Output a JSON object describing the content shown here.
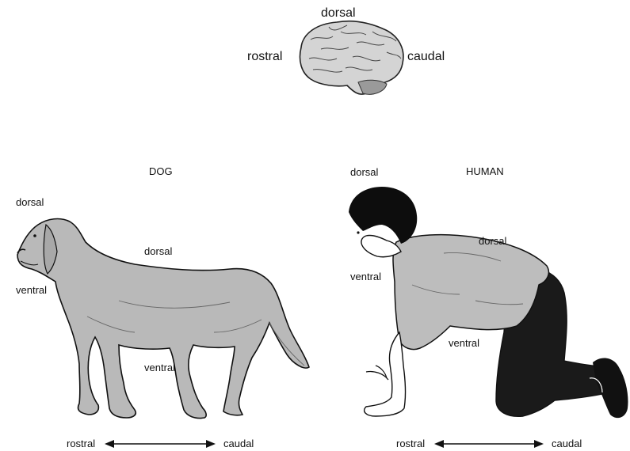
{
  "brain": {
    "dorsal": "dorsal",
    "rostral": "rostral",
    "caudal": "caudal"
  },
  "dog": {
    "title": "DOG",
    "dorsal_head": "dorsal",
    "dorsal_back": "dorsal",
    "ventral_head": "ventral",
    "ventral_belly": "ventral",
    "rostral": "rostral",
    "caudal": "caudal"
  },
  "human": {
    "title": "HUMAN",
    "dorsal_head": "dorsal",
    "dorsal_back": "dorsal",
    "ventral_head": "ventral",
    "ventral_belly": "ventral",
    "rostral": "rostral",
    "caudal": "caudal"
  },
  "colors": {
    "ink": "#111111",
    "fur": "#b9b9b9",
    "shirt": "#bdbdbd",
    "brain": "#d4d4d4",
    "hair": "#0d0d0d",
    "pants": "#1a1a1a"
  }
}
